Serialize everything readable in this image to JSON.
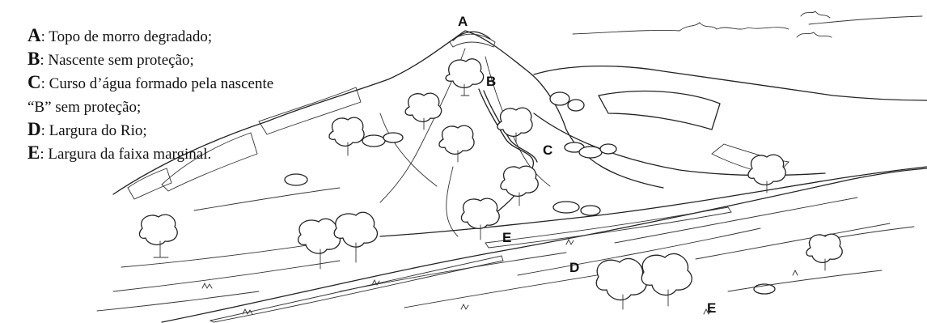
{
  "legend": [
    {
      "letter": "A",
      "text": ": Topo de morro degradado;"
    },
    {
      "letter": "B",
      "text": ": Nascente sem proteção;"
    },
    {
      "letter": "C",
      "text": ": Curso d’água formado pela nascente"
    },
    {
      "letter": "",
      "text": "“B” sem proteção;"
    },
    {
      "letter": "D",
      "text": ": Largura do Rio;"
    },
    {
      "letter": "E",
      "text": ": Largura da faixa marginal."
    }
  ],
  "labels": {
    "a": "A",
    "b": "B",
    "c": "C",
    "d": "D",
    "e1": "E",
    "e2": "E"
  }
}
